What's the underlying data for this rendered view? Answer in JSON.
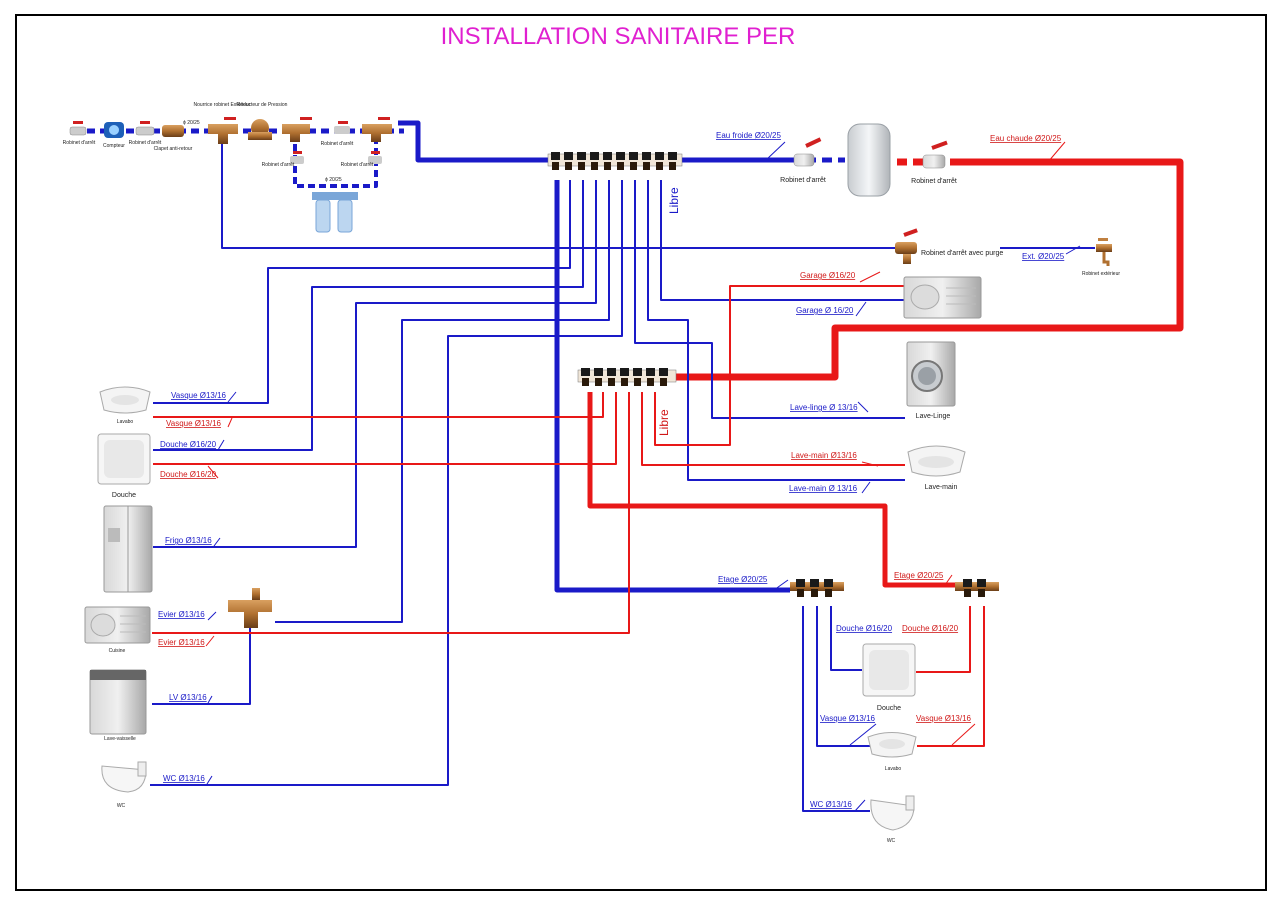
{
  "title": "INSTALLATION SANITAIRE PER",
  "colors": {
    "cold": "#1a1ac8",
    "hot": "#e81818",
    "title": "#e020d0",
    "frame": "#000000"
  },
  "top_components": {
    "robinet_arret_1": "Robinet d'arrêt",
    "compteur": "Compteur",
    "robinet_arret_2": "Robinet d'arrêt",
    "clapet": "Clapet anti-retour",
    "diam_1": "ϕ 20/25",
    "nourrice_robinet": "Nourrice robinet Extérieur",
    "reducteur": "Réducteur de Pression",
    "robinet_arret_3": "Robinet d'arrêt",
    "robinet_arret_4": "Robinet d'arrêt",
    "robinet_arret_5": "Robinet d'arrêt",
    "diam_2": "ϕ 20/25"
  },
  "supply": {
    "eau_froide": "Eau froide Ø20/25",
    "eau_chaude": "Eau chaude Ø20/25",
    "robinet_arret_cold": "Robinet d'arrêt",
    "robinet_arret_hot": "Robinet d'arrêt"
  },
  "libre_cold": "Libre",
  "libre_hot": "Libre",
  "exterior": {
    "robinet_purge": "Robinet d'arrêt avec purge",
    "ext_label": "Ext. Ø20/25",
    "robinet_ext": "Robinet extérieur"
  },
  "right_labels": {
    "garage_hot": "Garage Ø16/20",
    "garage_cold": "Garage Ø 16/20",
    "lave_linge_pipe": "Lave-linge Ø 13/16",
    "lave_linge": "Lave-Linge",
    "lave_main_hot": "Lave-main Ø13/16",
    "lave_main_cold": "Lave-main Ø 13/16",
    "lave_main": "Lave-main"
  },
  "left_labels": {
    "vasque_cold": "Vasque Ø13/16",
    "lavabo": "Lavabo",
    "vasque_hot": "Vasque Ø13/16",
    "douche_cold": "Douche Ø16/20",
    "douche": "Douche",
    "douche_hot": "Douche Ø16/20",
    "frigo": "Frigo Ø13/16",
    "evier_cold": "Evier Ø13/16",
    "cuisine": "Cuisine",
    "evier_hot": "Evier Ø13/16",
    "lv": "LV Ø13/16",
    "lave_vaisselle": "Lave-vaisselle",
    "wc_pipe": "WC Ø13/16",
    "wc": "WC"
  },
  "etage": {
    "cold": "Etage Ø20/25",
    "hot": "Etage Ø20/25",
    "douche_cold": "Douche Ø16/20",
    "douche_hot": "Douche Ø16/20",
    "douche": "Douche",
    "vasque_cold": "Vasque Ø13/16",
    "vasque_hot": "Vasque Ø13/16",
    "lavabo": "Lavabo",
    "wc_pipe": "WC Ø13/16",
    "wc": "WC"
  }
}
